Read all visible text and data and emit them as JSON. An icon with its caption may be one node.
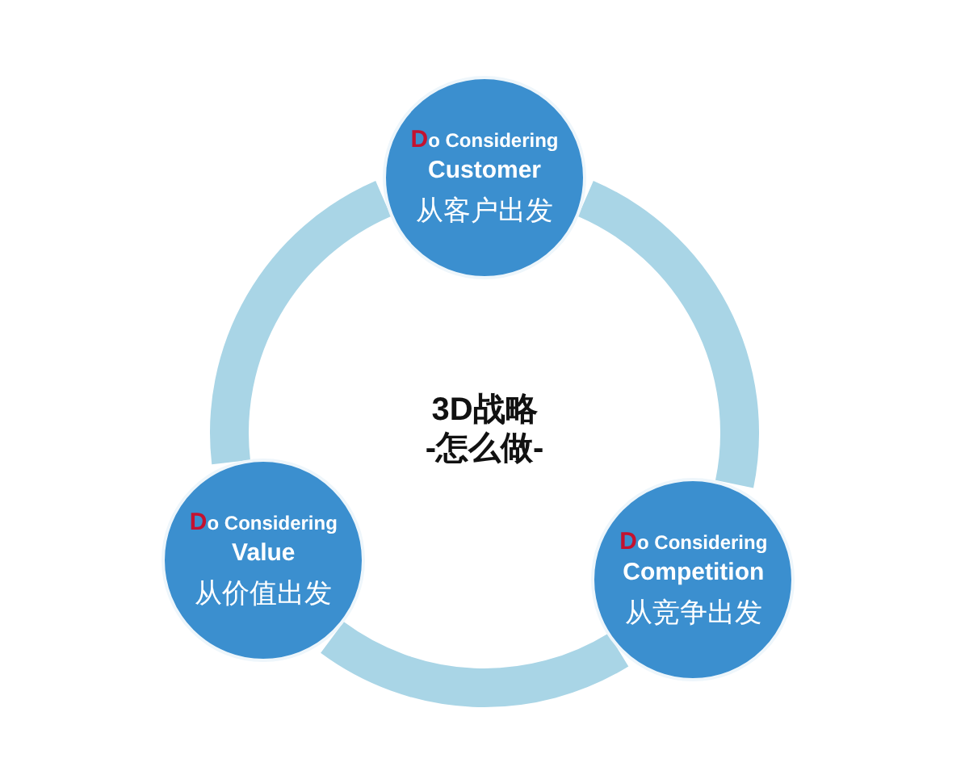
{
  "diagram": {
    "nodes": [
      {
        "text": [
          "Do Considering",
          "Customer",
          "从客户出发"
        ]
      },
      {
        "text": [
          "Do Considering",
          "Value",
          "从价值出发"
        ]
      },
      {
        "text": [
          "Do Considering",
          "Competition",
          "从竞争出发"
        ]
      }
    ],
    "edges": [
      {
        "from": 0,
        "to": 2,
        "arrow": "none"
      },
      {
        "from": 2,
        "to": 1,
        "arrow": "none"
      },
      {
        "from": 1,
        "to": 0,
        "arrow": "none"
      }
    ],
    "labels": [
      "3D战略",
      "-怎么做-"
    ]
  }
}
